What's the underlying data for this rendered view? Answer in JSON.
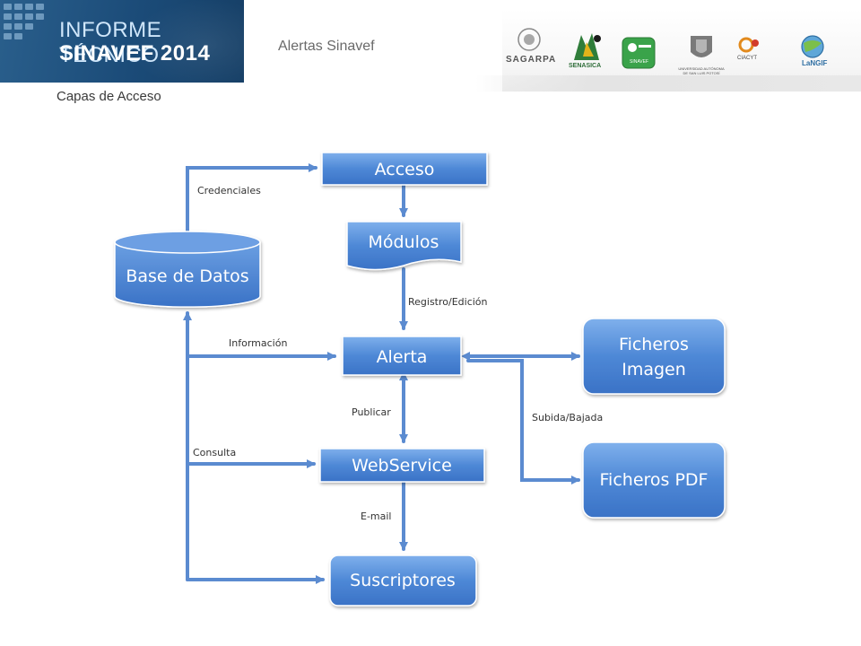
{
  "header": {
    "banner_line1": "INFORME TÉCNICO",
    "banner_line2": "SINAVEF 2014",
    "app_title": "Alertas Sinavef",
    "logos": [
      {
        "name": "sagarpa-logo",
        "text": "SAGARPA"
      },
      {
        "name": "senasica-logo",
        "text": "SENASICA"
      },
      {
        "name": "sinavef-logo",
        "text": "SINAVEF"
      },
      {
        "name": "uaslp-logo",
        "text": "UNIVERSIDAD AUTÓNOMA DE SAN LUIS POTOSÍ"
      },
      {
        "name": "conacyt-logo",
        "text": "CIACYT"
      },
      {
        "name": "langif-logo",
        "text": "LaNGIF"
      }
    ]
  },
  "page": {
    "subtitle": "Capas de Acceso"
  },
  "diagram": {
    "nodes": {
      "acceso": "Acceso",
      "modulos": "Módulos",
      "base_datos": "Base de Datos",
      "alerta": "Alerta",
      "ficheros_imagen_line1": "Ficheros",
      "ficheros_imagen_line2": "Imagen",
      "webservice": "WebService",
      "ficheros_pdf": "Ficheros PDF",
      "suscriptores": "Suscriptores"
    },
    "edges": {
      "credenciales": "Credenciales",
      "registro_edicion": "Registro/Edición",
      "informacion": "Información",
      "publicar": "Publicar",
      "subida_bajada": "Subida/Bajada",
      "consulta": "Consulta",
      "email": "E-mail"
    }
  },
  "colors": {
    "node_fill_top": "#6ea3e6",
    "node_fill_bottom": "#3a74c9",
    "arrow": "#5b8bd0",
    "banner": "#1b4b78"
  }
}
